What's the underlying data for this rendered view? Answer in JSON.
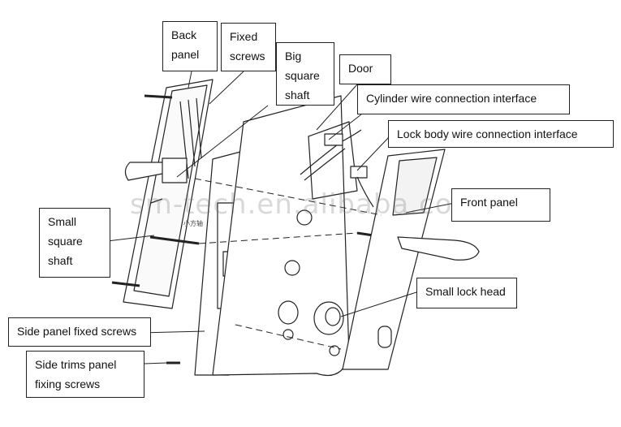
{
  "labels": {
    "back_panel": "Back\npanel",
    "fixed_screws": "Fixed\nscrews",
    "big_square_shaft": "Big\nsquare\nshaft",
    "door": "Door",
    "cylinder_wire": "Cylinder wire connection interface",
    "lock_body_wire": "Lock body wire connection interface",
    "front_panel": "Front panel",
    "small_square_shaft": "Small\nsquare\nshaft",
    "small_lock_head": "Small lock head",
    "side_panel_fixed_screws": "Side panel fixed screws",
    "side_trims_screws": "Side   trims   panel\nfixing screws"
  },
  "watermark": "sm-tech.en.alibaba.com",
  "inner_text": "小方轴",
  "colors": {
    "line": "#222222",
    "box_border": "#222222",
    "watermark": "#9a9a9a"
  }
}
